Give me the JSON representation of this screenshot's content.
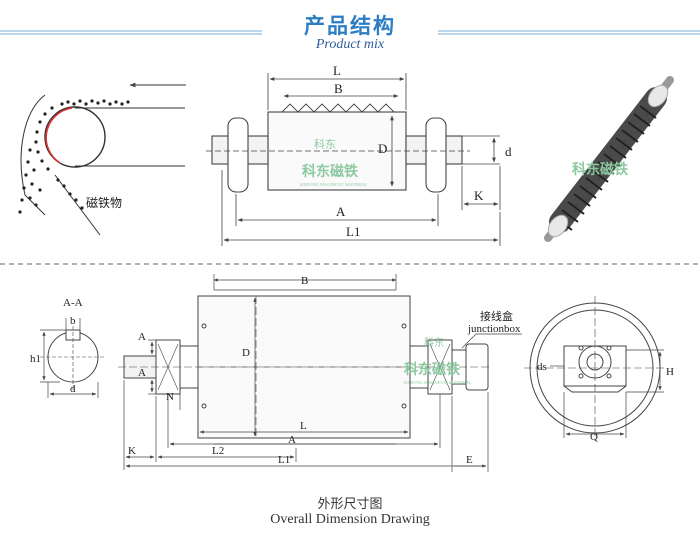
{
  "header": {
    "title_cn": "产品结构",
    "title_en": "Product mix"
  },
  "diagram_top": {
    "label_material": "磁铁物",
    "dim_L": "L",
    "dim_B": "B",
    "dim_D": "D",
    "dim_d": "d",
    "dim_K": "K",
    "dim_A": "A",
    "dim_L1": "L1",
    "watermark_cn": "科东磁铁",
    "watermark_small": "科东",
    "watermark_en": "KEDONG MAGNETIC MATERIAL"
  },
  "diagram_bottom": {
    "section_label": "A-A",
    "dim_b": "b",
    "dim_h1": "h1",
    "dim_d": "d",
    "dim_B": "B",
    "dim_D": "D",
    "dim_A_top": "A",
    "dim_A_bottom": "A",
    "dim_N": "N",
    "dim_L": "L",
    "dim_A": "A",
    "dim_K": "K",
    "dim_L2": "L2",
    "dim_L1": "L1",
    "dim_E": "E",
    "junction_cn": "接线盒",
    "junction_en": "junctionbox",
    "dim_ds": "ds",
    "dim_H": "H",
    "dim_Q": "Q",
    "watermark_cn": "科东磁铁",
    "watermark_small": "科东",
    "watermark_en": "KEDONG MAGNETIC MATERIAL"
  },
  "caption": {
    "cn": "外形尺寸图",
    "en": "Overall Dimension Drawing"
  },
  "colors": {
    "title_blue": "#2d7dc4",
    "watermark_green": "#8cc9a0",
    "line": "#555555"
  }
}
